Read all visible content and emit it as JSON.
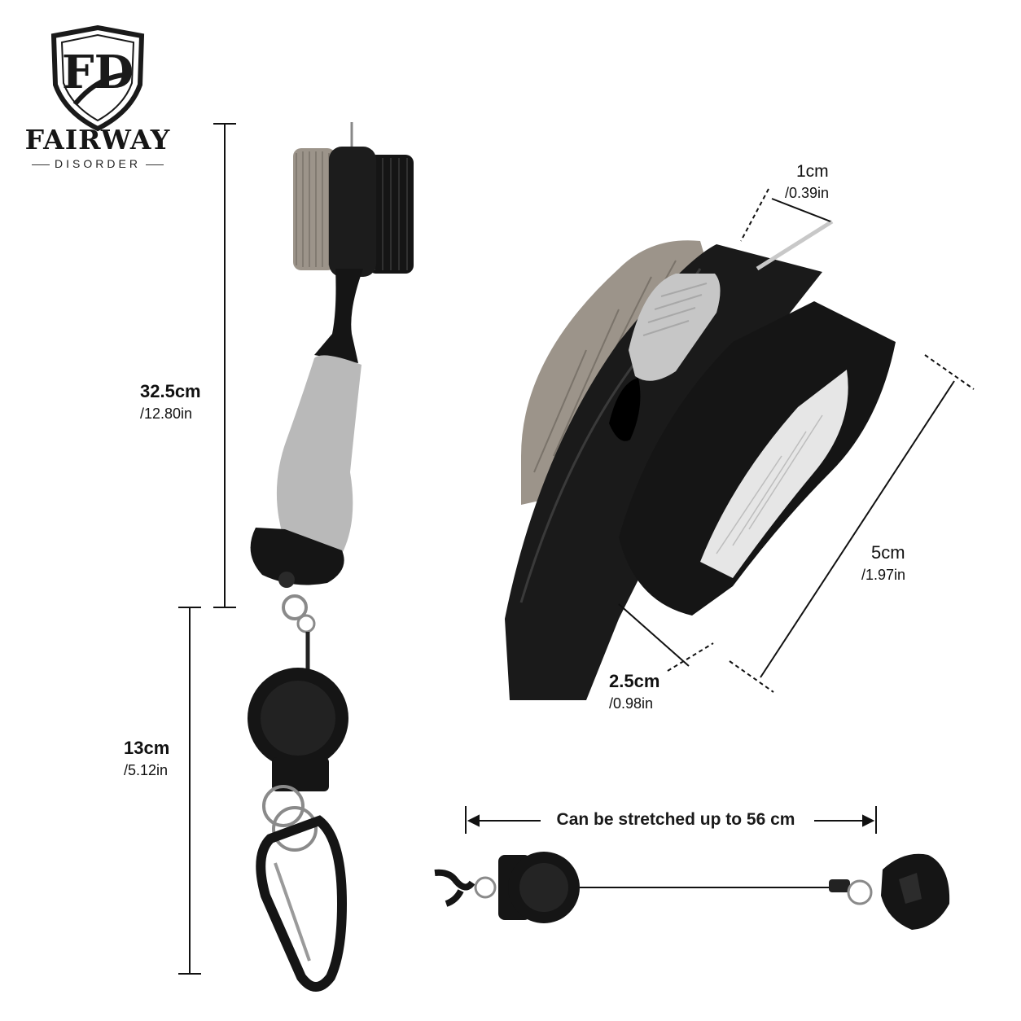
{
  "brand": {
    "monogram": "FD",
    "name": "FAIRWAY",
    "tagline": "DISORDER"
  },
  "dimensions": {
    "total_length": {
      "metric": "32.5cm",
      "imperial": "/12.80in"
    },
    "retractor_length": {
      "metric": "13cm",
      "imperial": "/5.12in"
    },
    "spike_thickness": {
      "metric": "1cm",
      "imperial": "/0.39in"
    },
    "head_length": {
      "metric": "5cm",
      "imperial": "/1.97in"
    },
    "head_depth": {
      "metric": "2.5cm",
      "imperial": "/0.98in"
    }
  },
  "stretch": {
    "label": "Can be stretched up to 56 cm"
  },
  "colors": {
    "body_black": "#151515",
    "grip_gray": "#b9b9b9",
    "bristle_steel": "#9c948a",
    "bristle_white": "#e6e6e6"
  }
}
